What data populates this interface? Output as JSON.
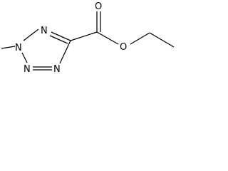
{
  "molecule": {
    "atoms": {
      "n_top": "N",
      "n_methyl": "N",
      "n_bottom_left": "N",
      "n_bottom_right": "N",
      "o_carbonyl": "O",
      "o_ester": "O"
    },
    "colors": {
      "ink": "#000000",
      "background": "#ffffff"
    }
  }
}
